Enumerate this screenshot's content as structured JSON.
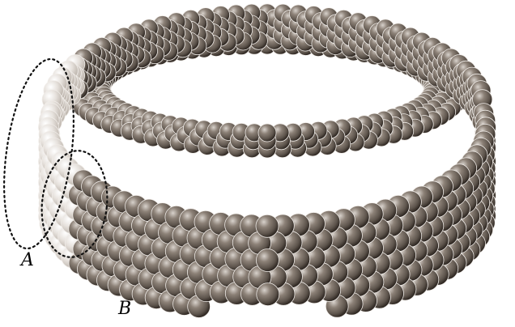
{
  "labels": {
    "region_a": "A",
    "region_b": "B"
  },
  "colors": {
    "sphere_base": "#6f655c",
    "sphere_highlight": "#d8d2cc",
    "sphere_shadow": "#2c2520",
    "sphere_outline": "#f0ece8",
    "faded_sphere": "#e2ddd8",
    "marker": "#111111",
    "background": "#ffffff"
  },
  "structure": {
    "type": "torus-of-spheres",
    "strands": 6,
    "highlighted_regions": [
      "A",
      "B"
    ]
  }
}
